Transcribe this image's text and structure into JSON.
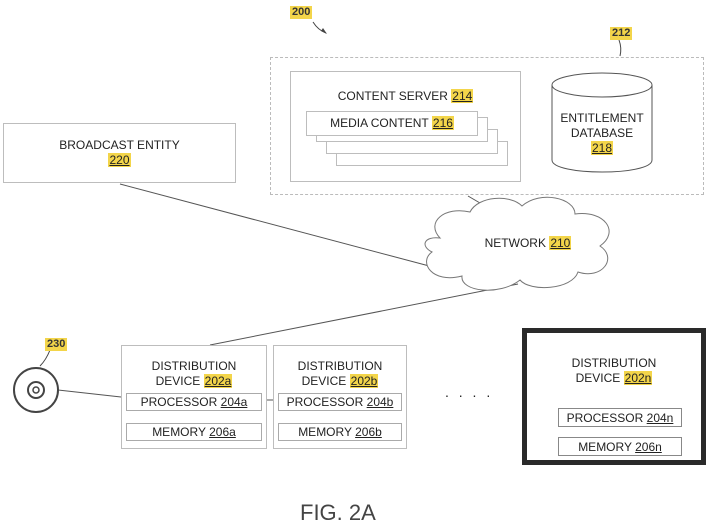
{
  "diagram": {
    "system_ref": "200",
    "server_group_ref": "212",
    "content_server": {
      "label": "CONTENT SERVER",
      "ref": "214"
    },
    "media_content": {
      "label": "MEDIA CONTENT",
      "ref": "216"
    },
    "entitlement_db": {
      "line1": "ENTITLEMENT",
      "line2": "DATABASE",
      "ref": "218"
    },
    "broadcast": {
      "label": "BROADCAST ENTITY",
      "ref": "220"
    },
    "network": {
      "label": "NETWORK",
      "ref": "210"
    },
    "disc_ref": "230",
    "device_a": {
      "line1": "DISTRIBUTION",
      "line2": "DEVICE",
      "ref": "202a",
      "processor": "PROCESSOR",
      "processor_ref": "204a",
      "memory": "MEMORY",
      "memory_ref": "206a"
    },
    "device_b": {
      "line1": "DISTRIBUTION",
      "line2": "DEVICE",
      "ref": "202b",
      "processor": "PROCESSOR",
      "processor_ref": "204b",
      "memory": "MEMORY",
      "memory_ref": "206b"
    },
    "device_n": {
      "line1": "DISTRIBUTION",
      "line2": "DEVICE",
      "ref": "202n",
      "processor": "PROCESSOR",
      "processor_ref": "204n",
      "memory": "MEMORY",
      "memory_ref": "206n"
    },
    "ellipsis": ". . . .",
    "figure_label": "FIG. 2A"
  }
}
